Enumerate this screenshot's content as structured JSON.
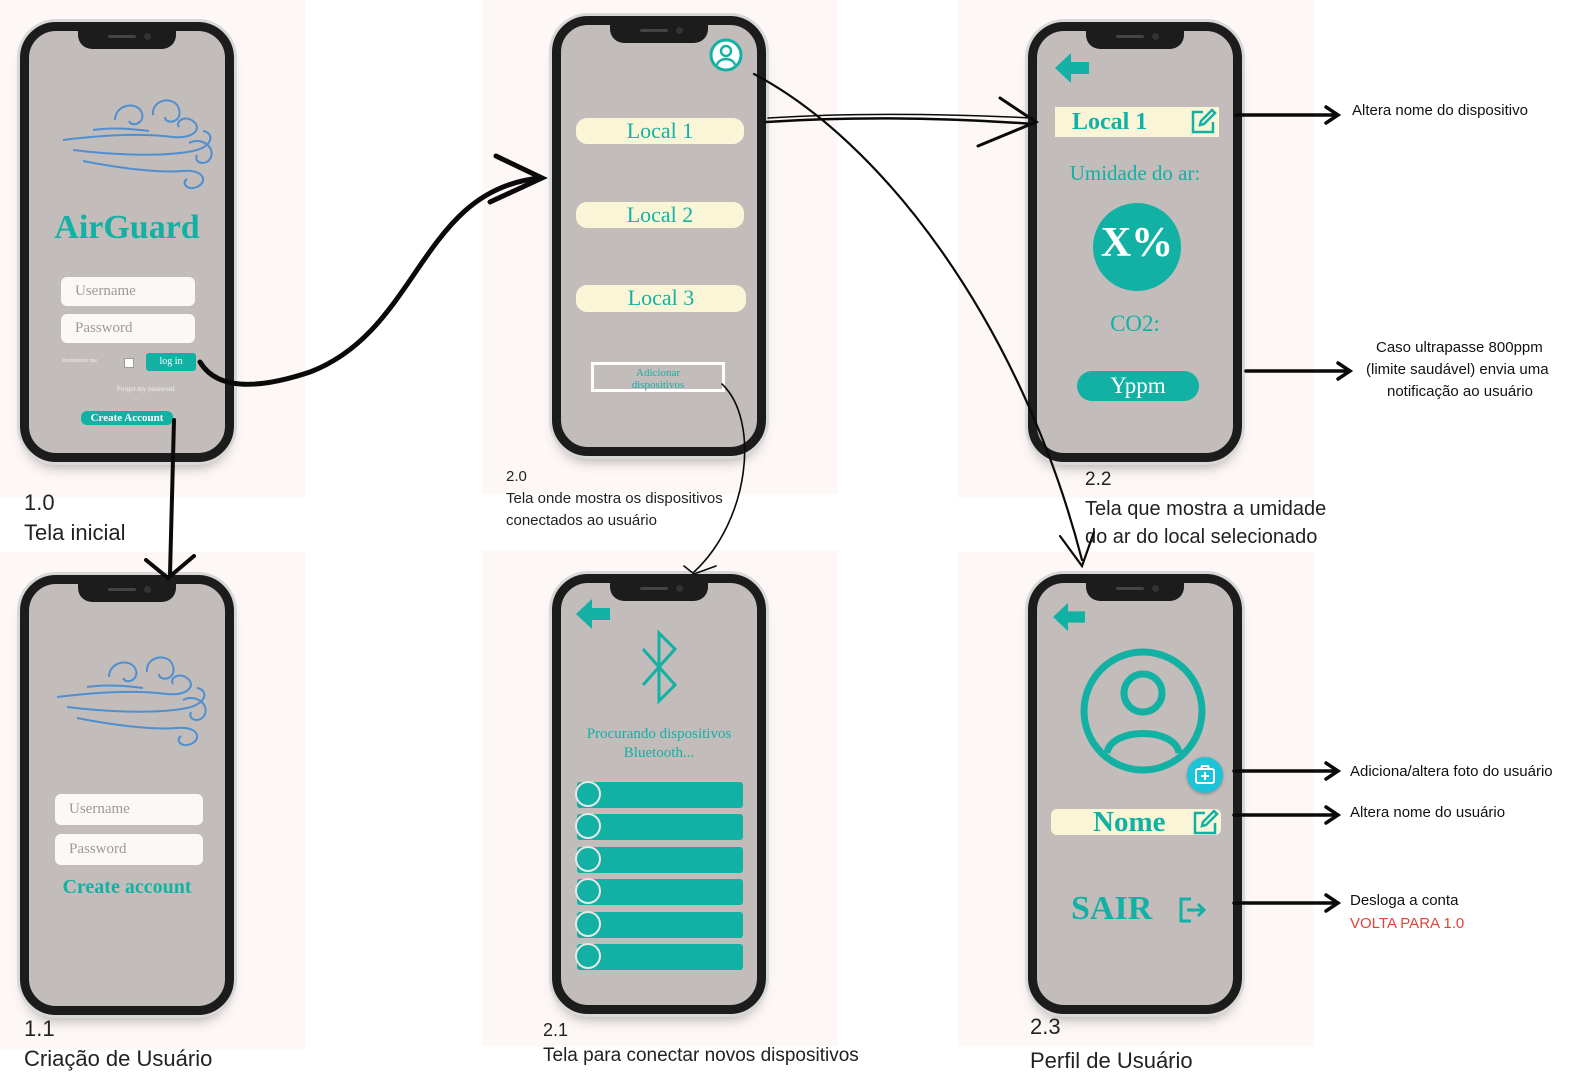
{
  "screen_1_0": {
    "app_name": "AirGuard",
    "username_placeholder": "Username",
    "password_placeholder": "Password",
    "remember_label": "Remember me",
    "login_button": "log in",
    "forgot_link": "Forgot my password",
    "create_account_button": "Create Account",
    "number": "1.0",
    "caption": "Tela inicial"
  },
  "screen_1_1": {
    "username_placeholder": "Username",
    "password_placeholder": "Password",
    "create_account_title": "Create account",
    "number": "1.1",
    "caption": "Criação de Usuário"
  },
  "screen_2_0": {
    "locals": [
      "Local 1",
      "Local 2",
      "Local 3"
    ],
    "add_devices_button": "Adicionar dispositivos",
    "number": "2.0",
    "caption_line1": "Tela onde mostra os dispositivos",
    "caption_line2": "conectados ao usuário",
    "icons": [
      "user-icon"
    ]
  },
  "screen_2_1": {
    "searching_line1": "Procurando dispositivos",
    "searching_line2": "Bluetooth...",
    "device_slots": 6,
    "number": "2.1",
    "caption": "Tela para conectar novos dispositivos",
    "icons": [
      "back-arrow-icon",
      "bluetooth-icon"
    ]
  },
  "screen_2_2": {
    "device_name": "Local 1",
    "humidity_label": "Umidade do ar:",
    "humidity_value": "X%",
    "co2_label": "CO2:",
    "co2_value": "Yppm",
    "number": "2.2",
    "caption_line1": "Tela que mostra a umidade",
    "caption_line2": "do ar do local selecionado",
    "icons": [
      "back-arrow-icon",
      "edit-icon"
    ]
  },
  "screen_2_3": {
    "name_label": "Nome",
    "logout_label": "SAIR",
    "number": "2.3",
    "caption": "Perfil de Usuário",
    "icons": [
      "back-arrow-icon",
      "user-avatar-icon",
      "add-photo-icon",
      "edit-icon",
      "logout-icon"
    ]
  },
  "notes": {
    "rename_device": "Altera nome do dispositivo",
    "alert_line1": "Caso ultrapasse 800ppm",
    "alert_line2": "(limite saudável) envia uma",
    "alert_line3": "notificação ao usuário",
    "photo": "Adiciona/altera foto do usuário",
    "rename_user": "Altera nome do usuário",
    "logout_line1": "Desloga a conta",
    "logout_line2": "VOLTA PARA 1.0"
  },
  "colors": {
    "teal": "#12b1a4",
    "screen_bg": "#c2bcbb",
    "pill_bg": "#fbf5d8",
    "note_red": "#e0443a",
    "wind_blue": "#4f8fd0"
  }
}
